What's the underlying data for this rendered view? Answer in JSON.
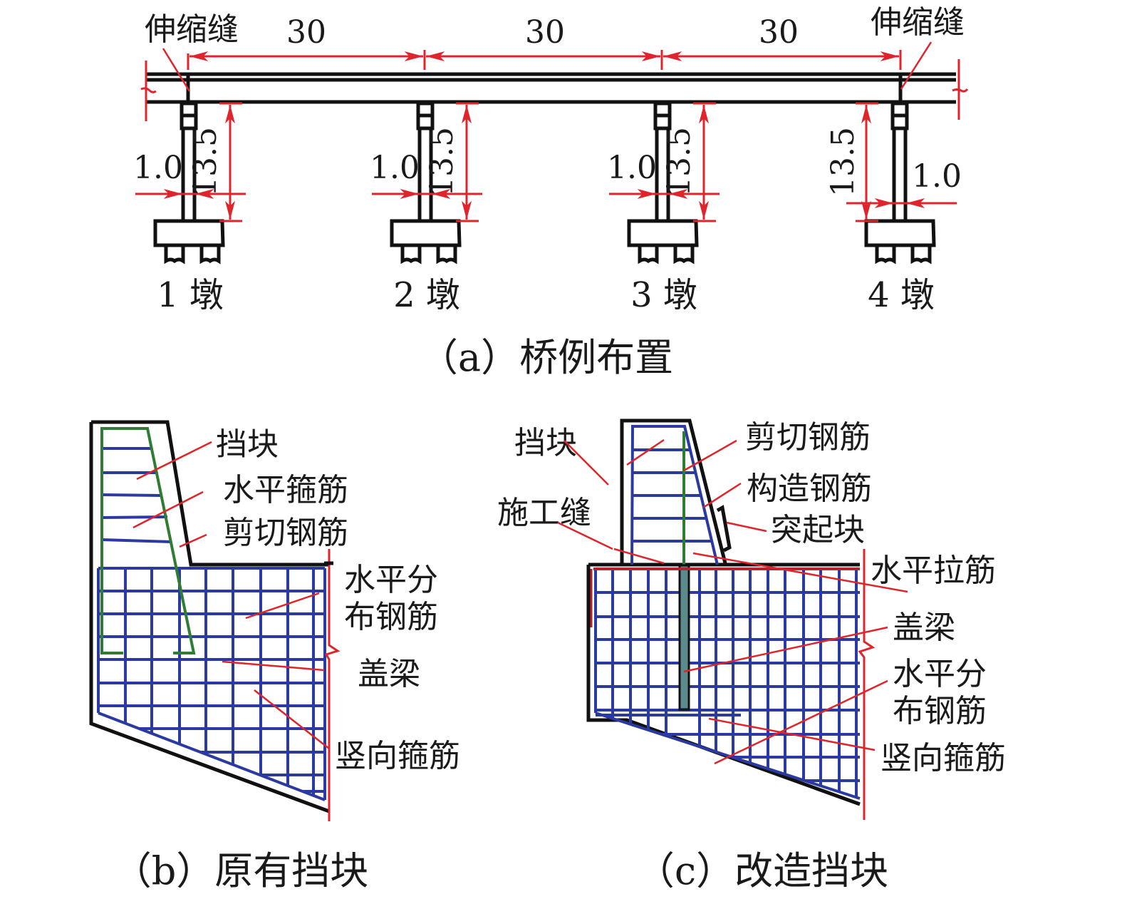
{
  "figure": {
    "panel_a": {
      "caption": "（a）桥例布置",
      "expansion_joint_label": "伸缩缝",
      "spans": [
        "30",
        "30",
        "30"
      ],
      "pier_height": "13.5",
      "pier_width": "1.0",
      "piers": [
        "1 墩",
        "2 墩",
        "3 墩",
        "4 墩"
      ]
    },
    "panel_b": {
      "caption": "（b）原有挡块",
      "labels": {
        "block": "挡块",
        "horizontal_stirrup": "水平箍筋",
        "shear_rebar": "剪切钢筋",
        "horizontal_distribution_rebar_1": "水平分",
        "horizontal_distribution_rebar_2": "布钢筋",
        "cap_beam": "盖梁",
        "vertical_stirrup": "竖向箍筋"
      }
    },
    "panel_c": {
      "caption": "（c）改造挡块",
      "labels": {
        "block": "挡块",
        "shear_rebar": "剪切钢筋",
        "construction_rebar": "构造钢筋",
        "construction_joint": "施工缝",
        "raised_block": "突起块",
        "horizontal_tie": "水平拉筋",
        "cap_beam": "盖梁",
        "horizontal_distribution_rebar_1": "水平分",
        "horizontal_distribution_rebar_2": "布钢筋",
        "vertical_stirrup": "竖向箍筋"
      }
    },
    "colors": {
      "outline": "#111111",
      "dimension": "#e0242b",
      "rebar_blue": "#2b3aa0",
      "rebar_green": "#2e7d32"
    }
  }
}
